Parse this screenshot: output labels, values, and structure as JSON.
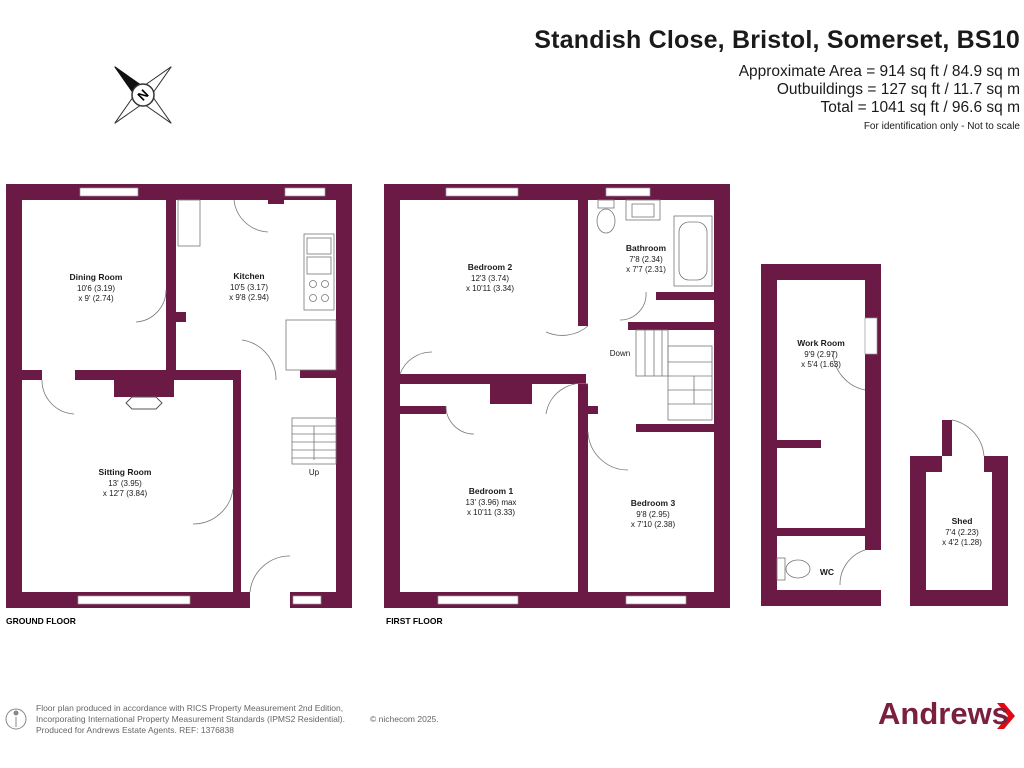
{
  "header": {
    "title": "Standish Close, Bristol, Somerset, BS10",
    "approx_area": "Approximate Area = 914 sq ft / 84.9 sq m",
    "outbuildings": "Outbuildings = 127 sq ft / 11.7 sq m",
    "total": "Total = 1041 sq ft / 96.6 sq m",
    "note": "For identification only - Not to scale"
  },
  "compass": {
    "letter": "N"
  },
  "rooms": {
    "dining": {
      "name": "Dining Room",
      "dim1": "10'6 (3.19)",
      "dim2": "x 9' (2.74)"
    },
    "kitchen": {
      "name": "Kitchen",
      "dim1": "10'5 (3.17)",
      "dim2": "x 9'8 (2.94)"
    },
    "sitting": {
      "name": "Sitting Room",
      "dim1": "13' (3.95)",
      "dim2": "x 12'7 (3.84)"
    },
    "bedroom2": {
      "name": "Bedroom 2",
      "dim1": "12'3 (3.74)",
      "dim2": "x 10'11 (3.34)"
    },
    "bathroom": {
      "name": "Bathroom",
      "dim1": "7'8 (2.34)",
      "dim2": "x 7'7 (2.31)"
    },
    "bedroom1": {
      "name": "Bedroom 1",
      "dim1": "13' (3.96) max",
      "dim2": "x 10'11 (3.33)"
    },
    "bedroom3": {
      "name": "Bedroom 3",
      "dim1": "9'8 (2.95)",
      "dim2": "x 7'10 (2.38)"
    },
    "workroom": {
      "name": "Work Room",
      "dim1": "9'9 (2.97)",
      "dim2": "x 5'4 (1.63)"
    },
    "shed": {
      "name": "Shed",
      "dim1": "7'4 (2.23)",
      "dim2": "x 4'2 (1.28)"
    },
    "wc": {
      "name": "WC"
    }
  },
  "stairs": {
    "up": "Up",
    "down": "Down"
  },
  "floors": {
    "ground": "GROUND FLOOR",
    "first": "FIRST FLOOR"
  },
  "footer": {
    "line1": "Floor plan produced in accordance with RICS Property Measurement 2nd Edition,",
    "line2": "Incorporating International Property Measurement Standards (IPMS2 Residential).",
    "line3": "Produced for Andrews Estate Agents.   REF: 1376838",
    "credit": "© nichecom 2025."
  },
  "brand": {
    "name": "Andrews"
  },
  "colors": {
    "wall": "#6b1a45",
    "accent": "#e30613",
    "brand": "#7a1f3d"
  }
}
